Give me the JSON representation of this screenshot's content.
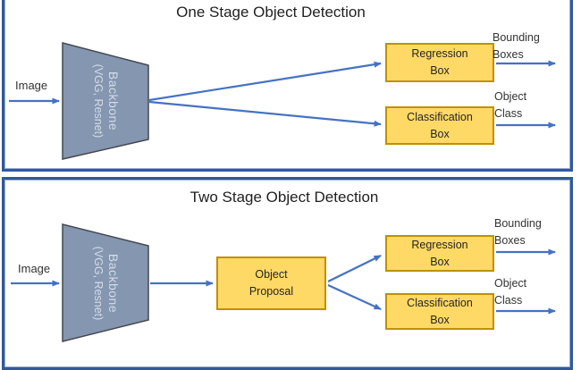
{
  "diagram": {
    "panels": [
      {
        "title": "One Stage Object Detection",
        "input_label": "Image",
        "backbone": {
          "name": "Backbone",
          "sub": "(VGG, Resnet)"
        },
        "regression_box": {
          "line1": "Regression",
          "line2": "Box"
        },
        "classification_box": {
          "line1": "Classification",
          "line2": "Box"
        },
        "output_bounding": {
          "line1": "Bounding",
          "line2": "Boxes"
        },
        "output_class": {
          "line1": "Object",
          "line2": "Class"
        }
      },
      {
        "title": "Two Stage Object Detection",
        "input_label": "Image",
        "backbone": {
          "name": "Backbone",
          "sub": "(VGG, Resnet)"
        },
        "proposal_box": {
          "line1": "Object",
          "line2": "Proposal"
        },
        "regression_box": {
          "line1": "Regression",
          "line2": "Box"
        },
        "classification_box": {
          "line1": "Classification",
          "line2": "Box"
        },
        "output_bounding": {
          "line1": "Bounding",
          "line2": "Boxes"
        },
        "output_class": {
          "line1": "Object",
          "line2": "Class"
        }
      }
    ],
    "colors": {
      "arrow_blue": "#4472C4",
      "panel_border_blue": "#30589F",
      "box_fill_yellow": "#FFD966",
      "box_border_gold": "#BF9000",
      "backbone_fill": "#8496B0",
      "backbone_text": "#D6DCE6",
      "text_dark": "#262626"
    }
  }
}
